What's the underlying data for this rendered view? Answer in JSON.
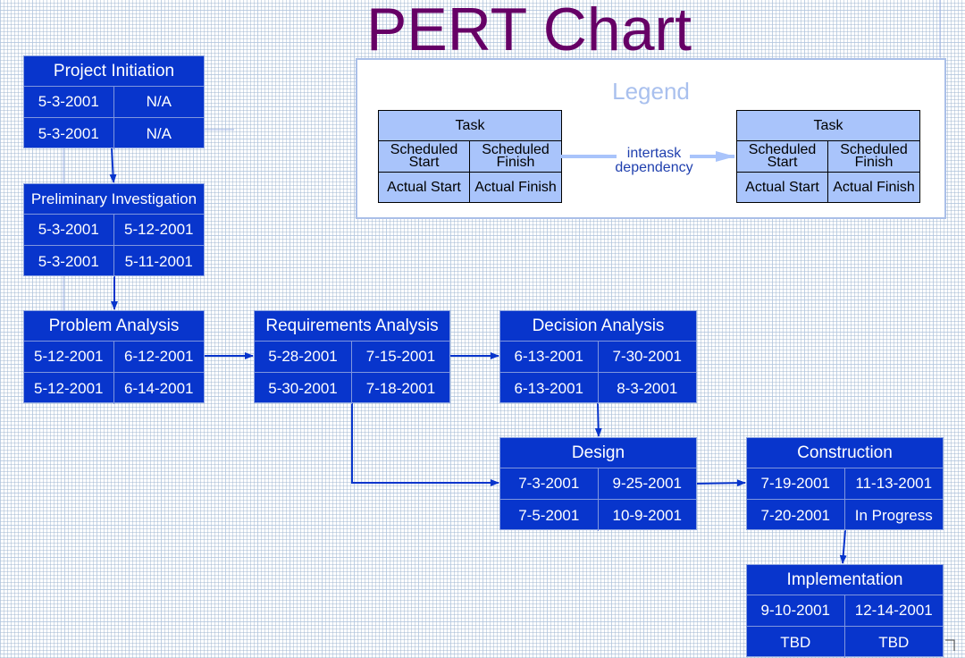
{
  "title": "PERT Chart",
  "legend": {
    "title": "Legend",
    "task": "Task",
    "scheduled_start": "Scheduled Start",
    "scheduled_finish": "Scheduled Finish",
    "actual_start": "Actual Start",
    "actual_finish": "Actual Finish",
    "dependency_line1": "intertask",
    "dependency_line2": "dependency"
  },
  "tasks": [
    {
      "name": "Project Initiation",
      "scheduled_start": "5-3-2001",
      "scheduled_finish": "N/A",
      "actual_start": "5-3-2001",
      "actual_finish": "N/A"
    },
    {
      "name": "Preliminary Investigation",
      "scheduled_start": "5-3-2001",
      "scheduled_finish": "5-12-2001",
      "actual_start": "5-3-2001",
      "actual_finish": "5-11-2001"
    },
    {
      "name": "Problem Analysis",
      "scheduled_start": "5-12-2001",
      "scheduled_finish": "6-12-2001",
      "actual_start": "5-12-2001",
      "actual_finish": "6-14-2001"
    },
    {
      "name": "Requirements Analysis",
      "scheduled_start": "5-28-2001",
      "scheduled_finish": "7-15-2001",
      "actual_start": "5-30-2001",
      "actual_finish": "7-18-2001"
    },
    {
      "name": "Decision Analysis",
      "scheduled_start": "6-13-2001",
      "scheduled_finish": "7-30-2001",
      "actual_start": "6-13-2001",
      "actual_finish": "8-3-2001"
    },
    {
      "name": "Design",
      "scheduled_start": "7-3-2001",
      "scheduled_finish": "9-25-2001",
      "actual_start": "7-5-2001",
      "actual_finish": "10-9-2001"
    },
    {
      "name": "Construction",
      "scheduled_start": "7-19-2001",
      "scheduled_finish": "11-13-2001",
      "actual_start": "7-20-2001",
      "actual_finish": "In Progress"
    },
    {
      "name": "Implementation",
      "scheduled_start": "9-10-2001",
      "scheduled_finish": "12-14-2001",
      "actual_start": "TBD",
      "actual_finish": "TBD"
    }
  ],
  "colors": {
    "node_fill": "#0835cc",
    "node_text": "#ffffff",
    "title": "#660066",
    "legend_fill": "#a9c4fb",
    "arrow": "#0835cc"
  }
}
